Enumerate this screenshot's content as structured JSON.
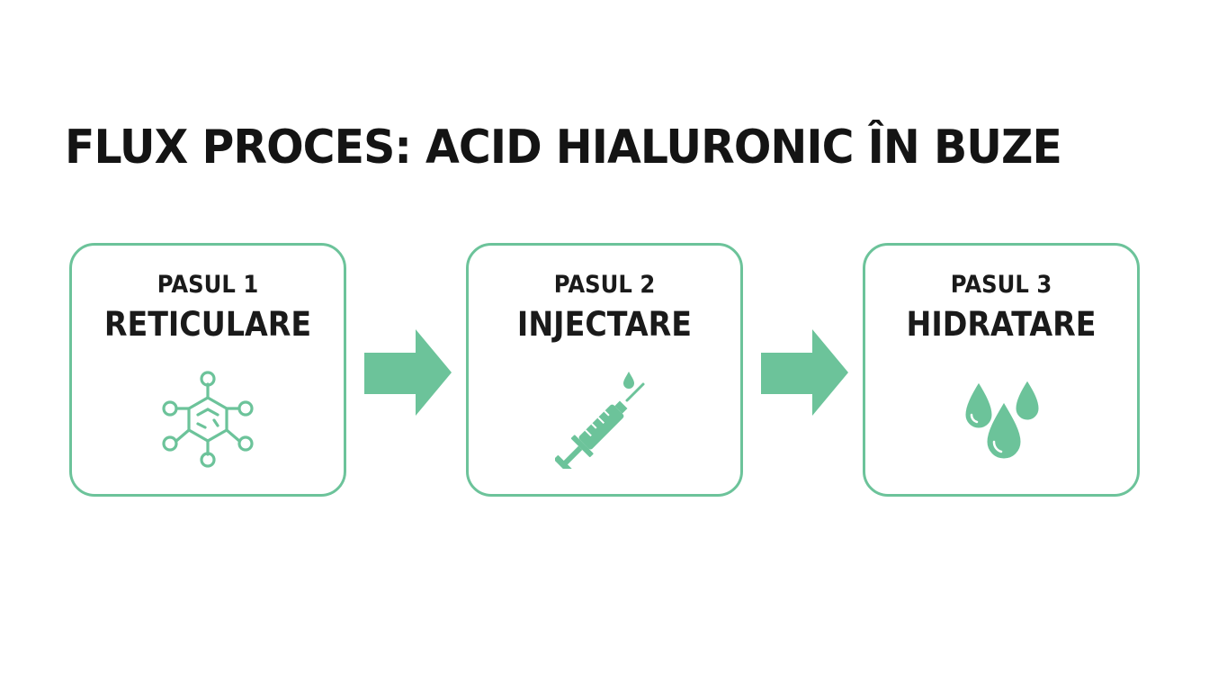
{
  "title": "FLUX PROCES: ACID HIALURONIC ÎN BUZE",
  "accent_color": "#6cc39a",
  "steps": [
    {
      "number": "PASUL 1",
      "name": "RETICULARE",
      "icon": "molecule-network-icon"
    },
    {
      "number": "PASUL 2",
      "name": "INJECTARE",
      "icon": "syringe-icon"
    },
    {
      "number": "PASUL 3",
      "name": "HIDRATARE",
      "icon": "water-drops-icon"
    }
  ]
}
